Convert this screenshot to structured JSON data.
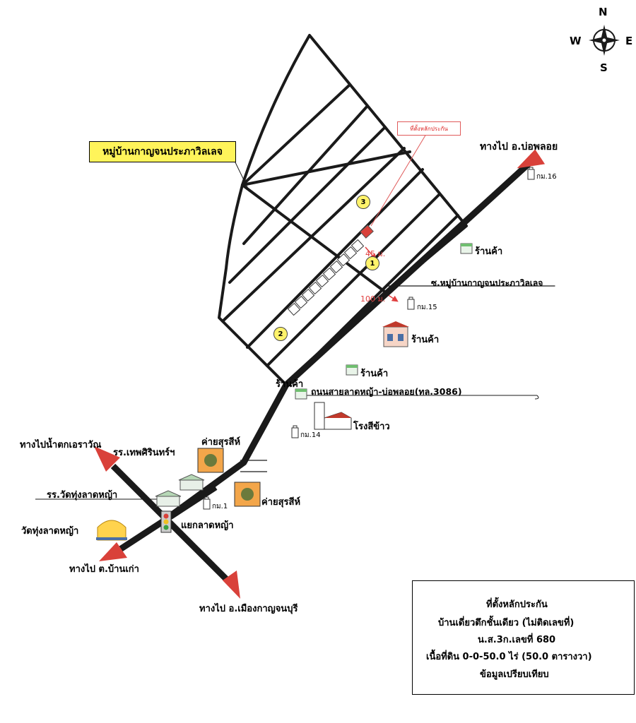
{
  "compass": {
    "n": "N",
    "s": "S",
    "e": "E",
    "w": "W"
  },
  "village_name": "หมู่บ้านกาญจนประภาวิลเลจ",
  "collateral_pin_label": "ที่ตั้งหลักประกัน",
  "distances": {
    "d1": "45 ม.",
    "d2": "100 ม."
  },
  "comparables": [
    "1",
    "2",
    "3"
  ],
  "labels": {
    "to_bo_phloi": "ทางไป อ.บ่อพลอย",
    "km16": "กม.16",
    "km15": "กม.15",
    "km14": "กม.14",
    "km1": "กม.1",
    "shop1": "ร้านค้า",
    "shop2": "ร้านค้า",
    "shop3": "ร้านค้า",
    "shop4": "ร้านค้า",
    "soi_village": "ซ.หมู่บ้านกาญจนประภาวิลเลจ",
    "road_name": "ถนนสายลาดหญ้า-บ่อพลอย(ทล.3086)",
    "rice_mill": "โรงสีข้าว",
    "camp1": "ค่ายสุรสีห์",
    "camp2": "ค่ายสุรสีห์",
    "school1": "รร.เทพศิรินทร์ฯ",
    "school2": "รร.วัดทุ่งลาดหญ้า",
    "to_waterfall": "ทางไปน้ำตกเอราวัณ",
    "intersection": "แยกลาดหญ้า",
    "temple": "วัดทุ่งลาดหญ้า",
    "to_ban_kao": "ทางไป ต.บ้านเก่า",
    "to_mueang": "ทางไป อ.เมืองกาญจนบุรี"
  },
  "legend": {
    "pin": "ที่ตั้งหลักประกัน",
    "house": "บ้านเดี่ยวตึกชั้นเดียว (ไม่ติดเลขที่)",
    "deed": "น.ส.3ก.เลขที่ 680",
    "area": "เนื้อที่ดิน 0-0-50.0 ไร่ (50.0 ตารางวา)",
    "comparable": "ข้อมูลเปรียบเทียบ"
  },
  "colors": {
    "road": "#1a1a1a",
    "arrow_tip": "#d9413a",
    "highlight": "#fff45a",
    "pin": "#d9413a"
  }
}
